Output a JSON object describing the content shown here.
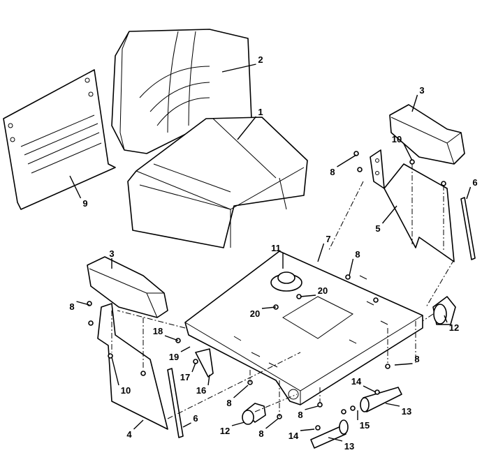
{
  "callouts": [
    "1",
    "2",
    "3",
    "10",
    "8",
    "6",
    "5",
    "7",
    "8",
    "11",
    "20",
    "20",
    "12",
    "9",
    "3",
    "8",
    "18",
    "19",
    "10",
    "17",
    "16",
    "8",
    "14",
    "13",
    "8",
    "15",
    "8",
    "12",
    "8",
    "4",
    "6",
    "14",
    "13"
  ]
}
